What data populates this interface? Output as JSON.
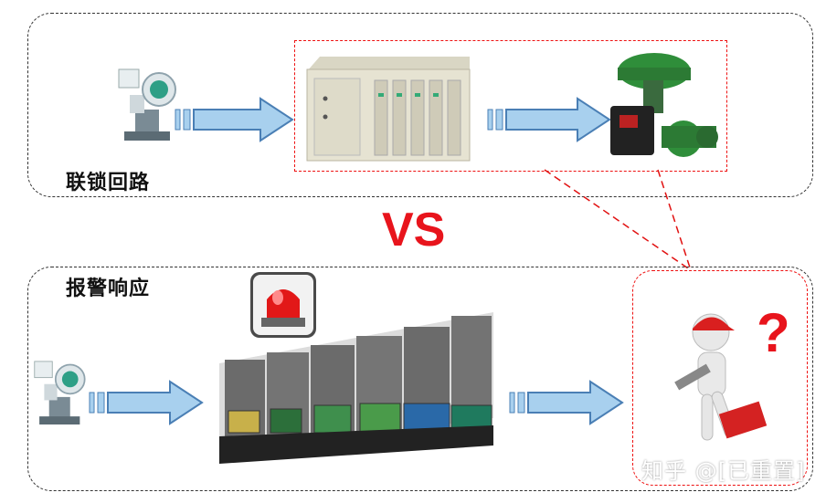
{
  "labels": {
    "interlock": "联锁回路",
    "alarm": "报警响应",
    "vs": "VS",
    "question": "?",
    "watermark": "知乎 @[已重置]"
  },
  "colors": {
    "arrow_fill": "#a8d0ee",
    "arrow_stroke": "#4a7fb5",
    "vs_red": "#e8141c",
    "dash_red": "#e11111"
  },
  "icons": [
    "transmitter-icon",
    "plc-cabinet-icon",
    "control-valve-icon",
    "alarm-beacon-icon",
    "dcs-console-icon",
    "worker-figure-icon"
  ]
}
